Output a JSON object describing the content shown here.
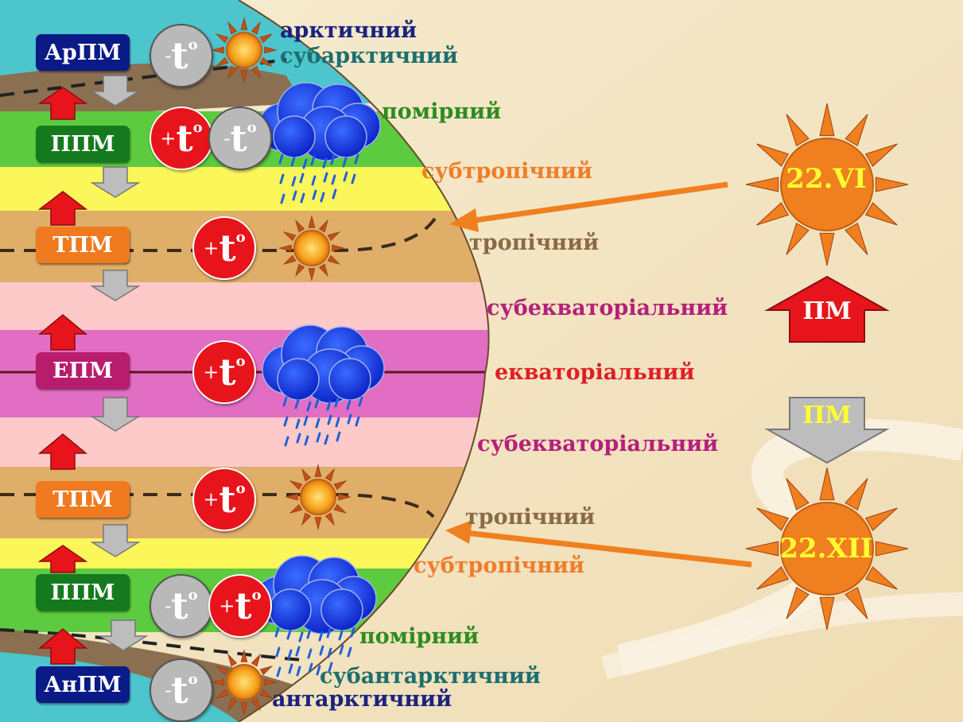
{
  "zones": {
    "arctic": "арктичний",
    "subarctic": "субарктичний",
    "temperate_n": "помірний",
    "subtropical_n": "субтропічний",
    "tropical_n": "тропічний",
    "subequatorial_n": "субекваторіальний",
    "equatorial": "екваторіальний",
    "subequatorial_s": "субекваторіальний",
    "tropical_s": "тропічний",
    "subtropical_s": "субтропічний",
    "temperate_s": "помірний",
    "subantarctic": "субантарктичний",
    "antarctic": "антарктичний"
  },
  "air_masses": {
    "arctic": "АрПМ",
    "temperate_n": "ППМ",
    "tropical_n": "ТПМ",
    "equatorial": "ЕПМ",
    "tropical_s": "ТПМ",
    "temperate_s": "ППМ",
    "antarctic": "АнПМ"
  },
  "temperature": {
    "warm_sign": "+",
    "cold_sign": "-",
    "symbol": "t",
    "degree": "о"
  },
  "suns": {
    "june": "22.VI",
    "december": "22.XII"
  },
  "pm_arrows": {
    "up": "ПМ",
    "down": "ПМ"
  },
  "colors": {
    "arctic_label": "#1a237e",
    "subarctic_label": "#1d6f6f",
    "temperate_label": "#2e8b1f",
    "subtropical_label": "#ee7d2a",
    "tropical_label": "#8a6a45",
    "subequatorial_label": "#b5207a",
    "equatorial_label": "#e01e26"
  }
}
